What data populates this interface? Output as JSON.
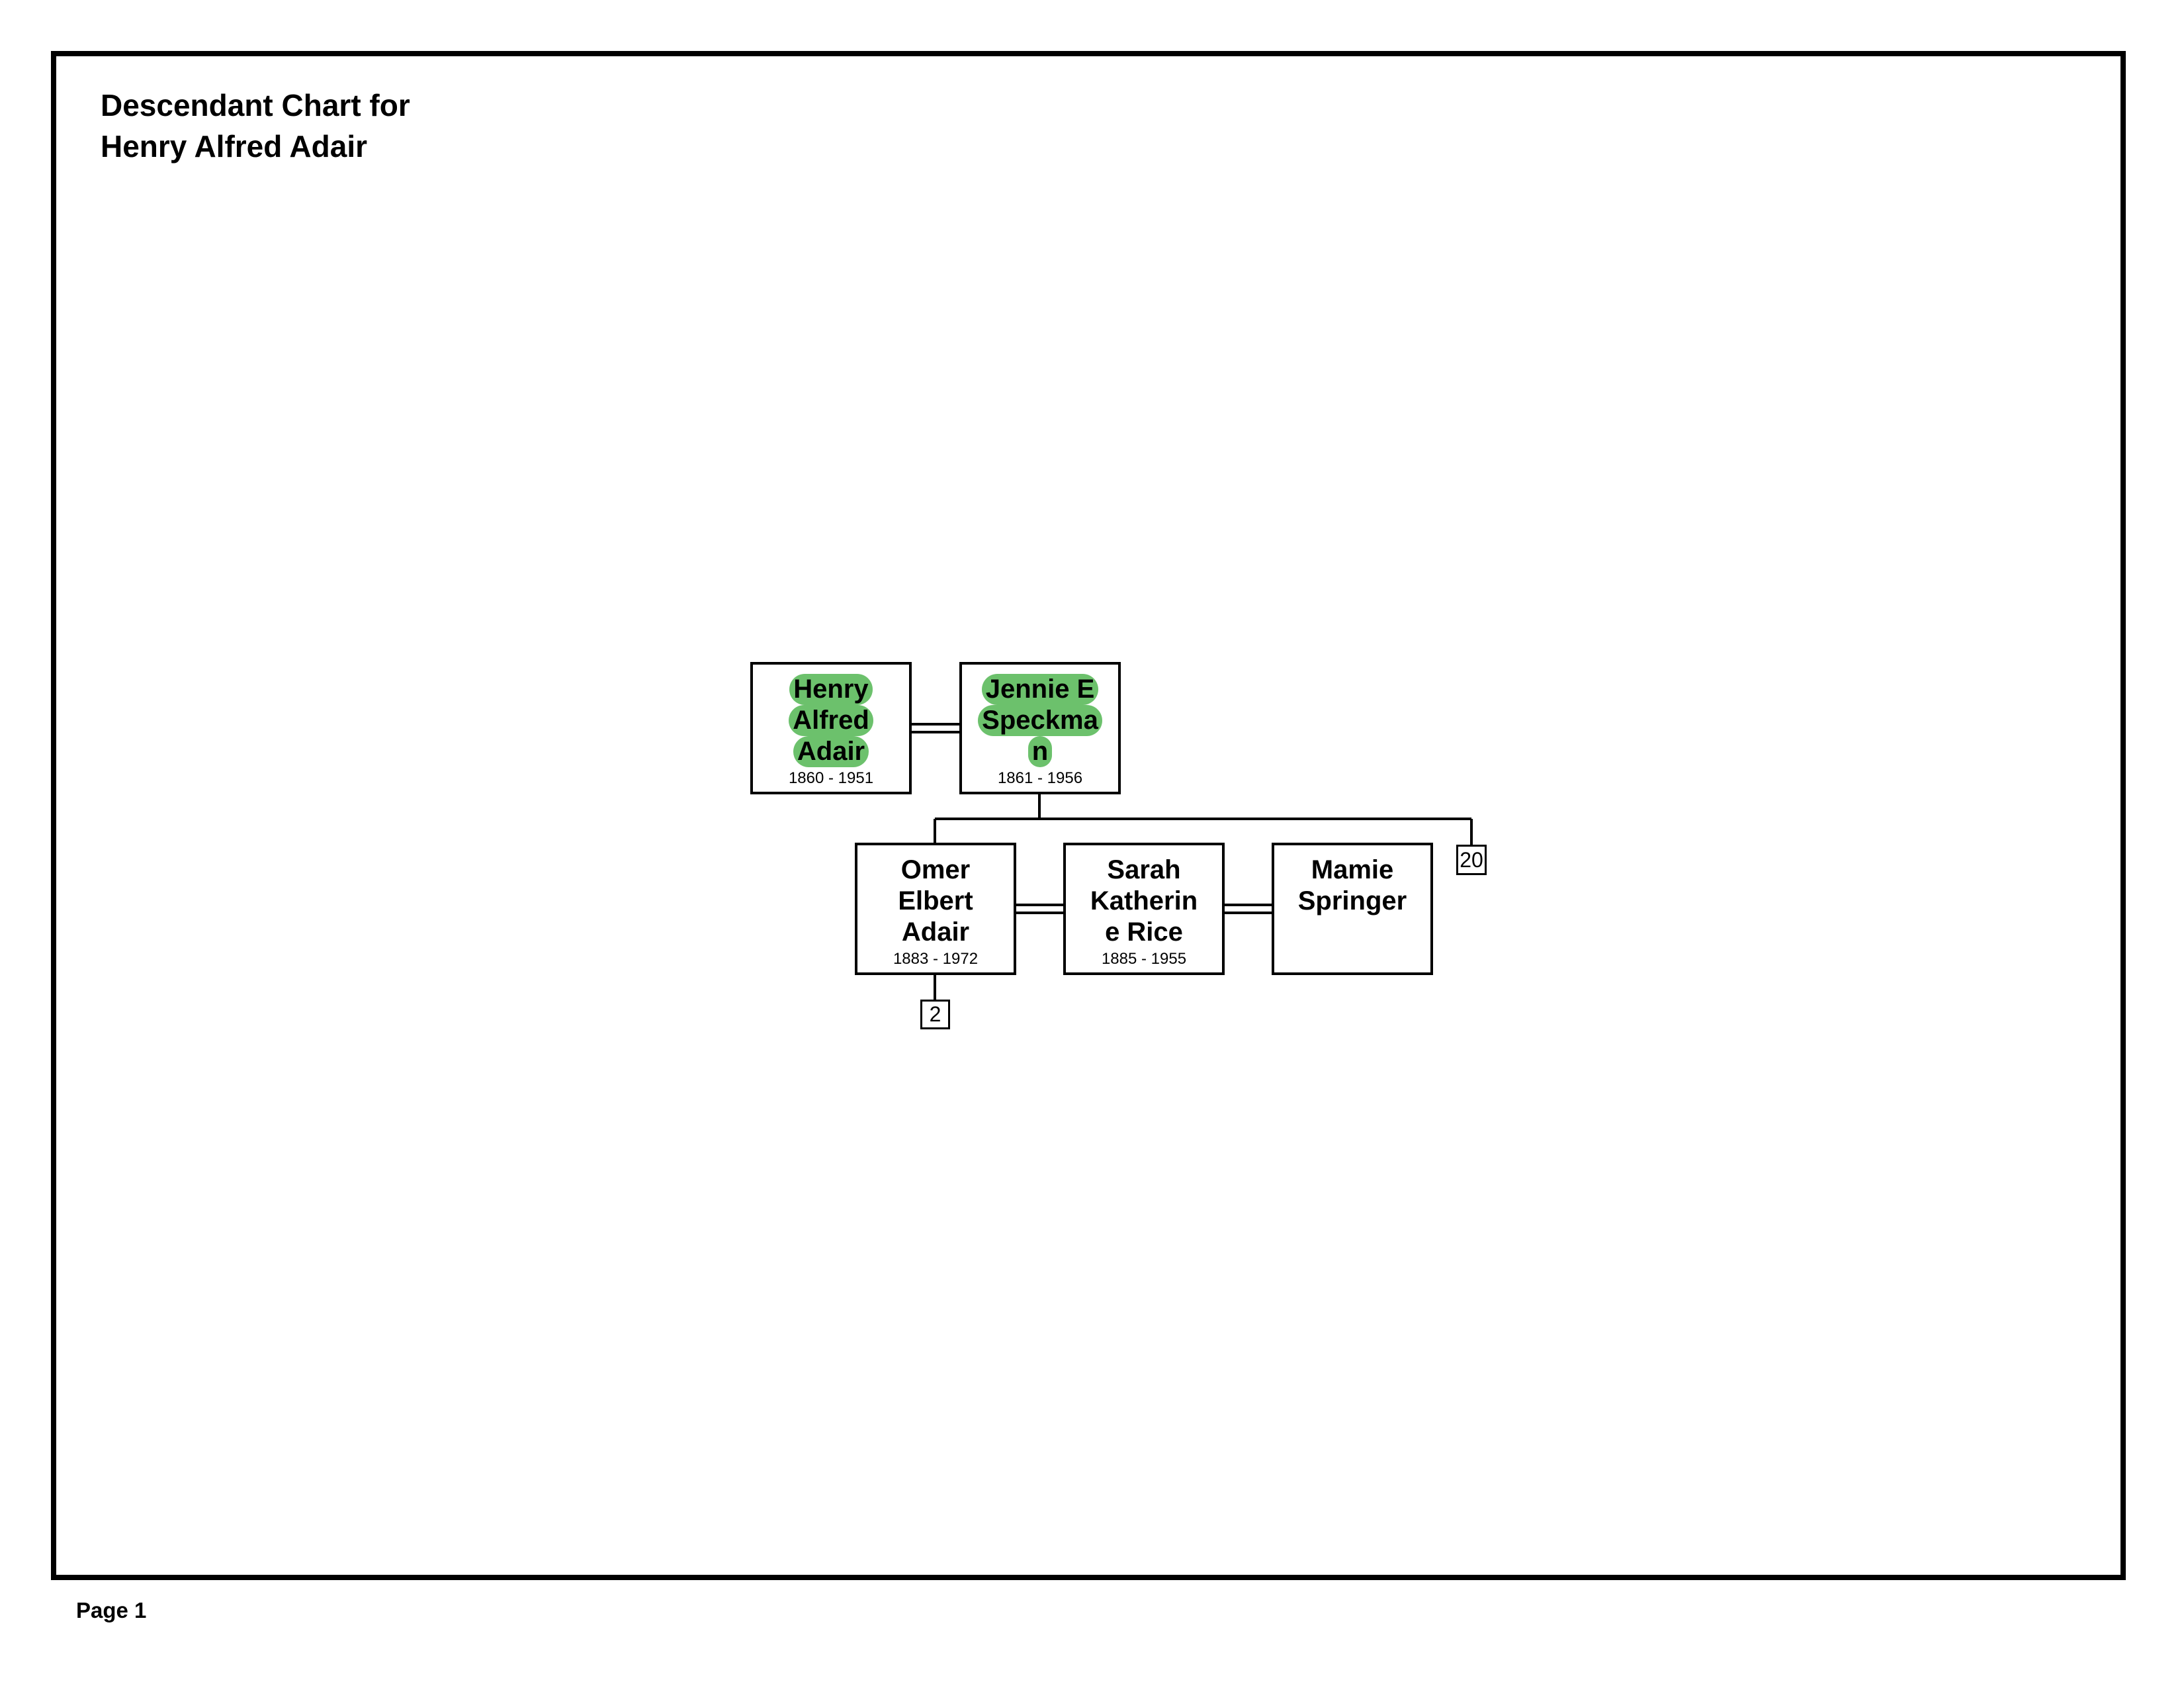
{
  "chart": {
    "title_line1": "Descendant Chart for",
    "title_line2": "Henry Alfred Adair",
    "page_label": "Page 1"
  },
  "root_couple": {
    "husband": {
      "name_lines": [
        "Henry",
        "Alfred",
        "Adair"
      ],
      "dates": "1860 - 1951",
      "highlighted": true
    },
    "wife": {
      "name_lines": [
        "Jennie E",
        "Speckma",
        "n"
      ],
      "dates": "1861 - 1956",
      "highlighted": true
    }
  },
  "children": {
    "child": {
      "name_lines": [
        "Omer",
        "Elbert",
        "Adair"
      ],
      "dates": "1883 - 1972",
      "continuation": "2"
    },
    "spouse1": {
      "name_lines": [
        "Sarah",
        "Katherin",
        "e Rice"
      ],
      "dates": "1885 - 1955"
    },
    "spouse2": {
      "name_lines": [
        "Mamie",
        "Springer"
      ],
      "dates": ""
    },
    "more_children_marker": "20"
  },
  "colors": {
    "highlight": "#6cc16c",
    "line": "#000000"
  }
}
